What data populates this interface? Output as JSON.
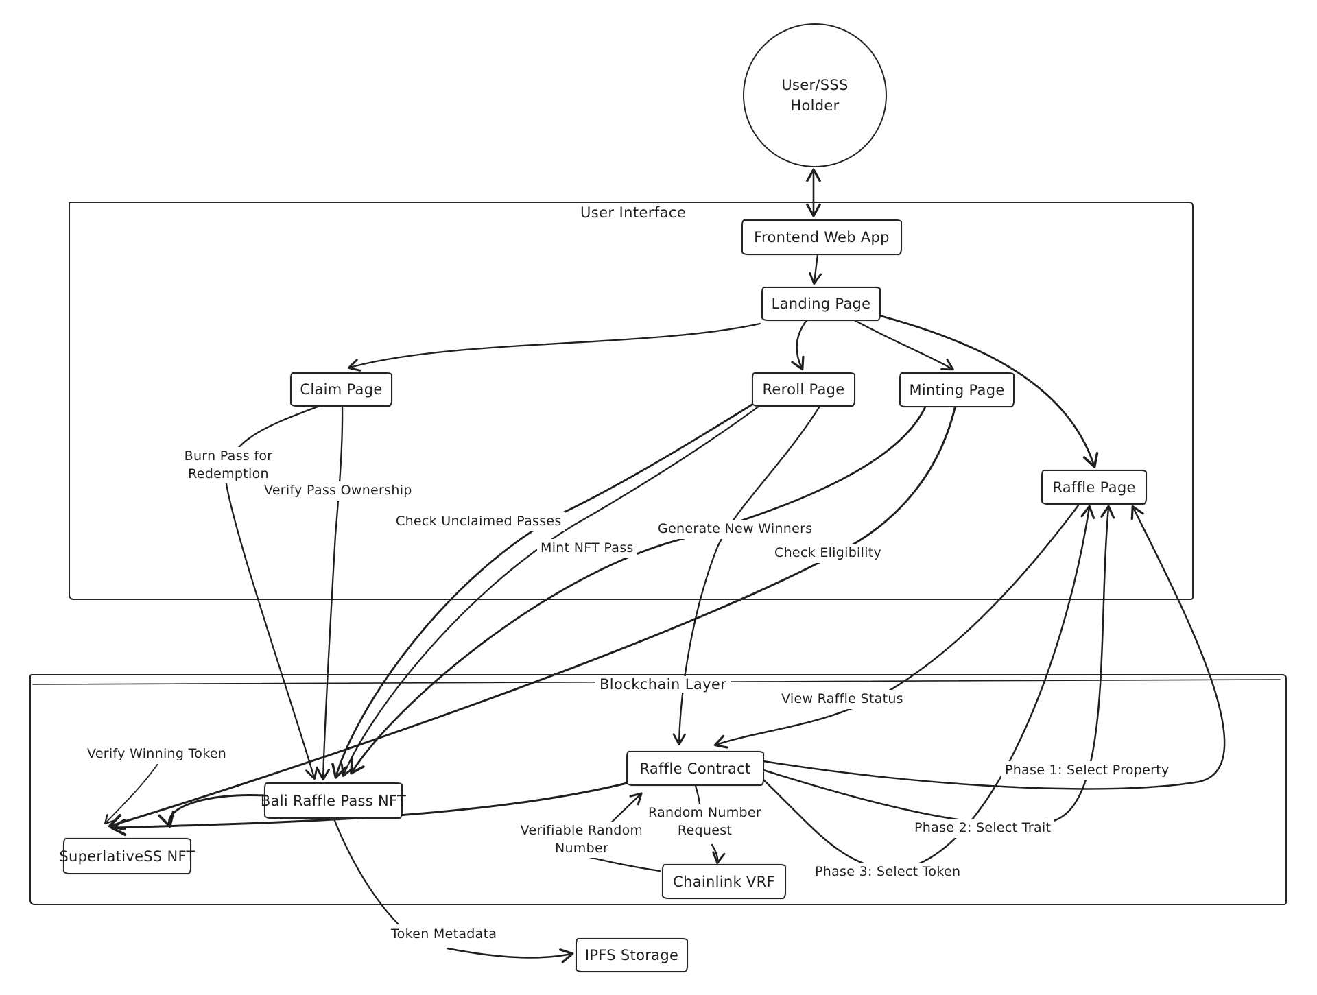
{
  "diagram_title": "Raffle dApp architecture flow",
  "actor": {
    "line1": "User/SSS",
    "line2": "Holder"
  },
  "containers": {
    "ui": {
      "label": "User Interface"
    },
    "blockchain": {
      "label": "Blockchain Layer"
    }
  },
  "nodes": {
    "frontend": {
      "label": "Frontend Web App"
    },
    "landing": {
      "label": "Landing Page"
    },
    "claim": {
      "label": "Claim Page"
    },
    "reroll": {
      "label": "Reroll Page"
    },
    "minting": {
      "label": "Minting Page"
    },
    "raffle_page": {
      "label": "Raffle Page"
    },
    "bali_pass": {
      "label": "Bali Raffle Pass NFT"
    },
    "superlative": {
      "label": "SuperlativeSS NFT"
    },
    "raffle_contract": {
      "label": "Raffle Contract"
    },
    "chainlink": {
      "label": "Chainlink VRF"
    },
    "ipfs": {
      "label": "IPFS Storage"
    }
  },
  "edge_labels": {
    "burn_pass": "Burn Pass for Redemption",
    "verify_pass": "Verify Pass Ownership",
    "check_unclaimed": "Check Unclaimed Passes",
    "mint_nft": "Mint NFT Pass",
    "generate_winners": "Generate New Winners",
    "check_eligibility": "Check Eligibility",
    "view_raffle_status": "View Raffle Status",
    "verify_winning_token": "Verify Winning Token",
    "phase1": "Phase 1: Select Property",
    "phase2": "Phase 2: Select Trait",
    "phase3": "Phase 3: Select Token",
    "verifiable_random": "Verifiable Random Number",
    "random_request": "Random Number Request",
    "token_metadata": "Token Metadata"
  },
  "colors": {
    "ink": "#1f1f1f",
    "background": "#ffffff"
  }
}
